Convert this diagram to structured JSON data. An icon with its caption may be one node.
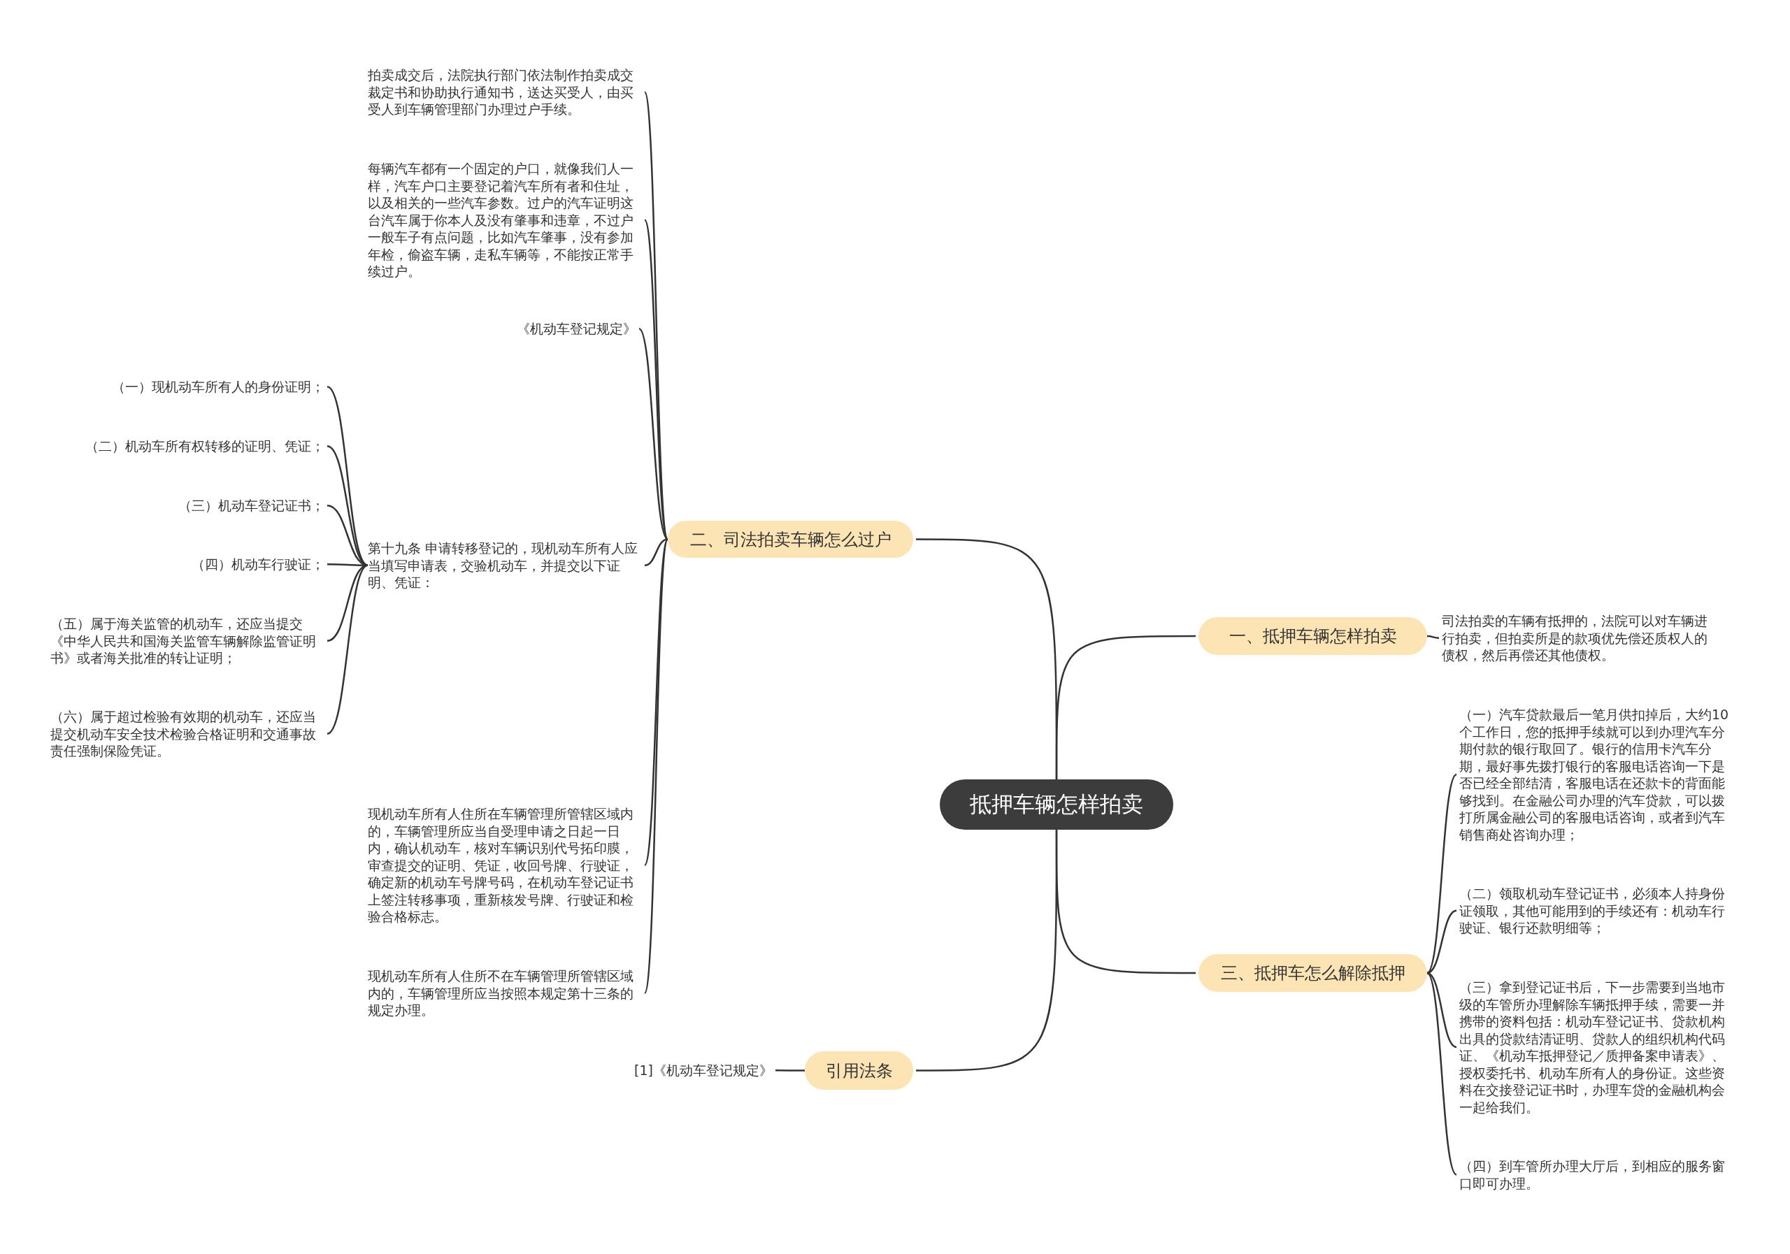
{
  "diagram": {
    "nodes": [
      {
        "text": [
          "抵押车辆怎样拍卖"
        ]
      },
      {
        "text": [
          "二、司法拍卖车辆怎么过户"
        ]
      },
      {
        "text": [
          "拍卖成交后，法院执行部门依法制作拍卖成交裁定书和协助执行通知书，送达买受人，由买受人到车辆管理部门办理过户手续。"
        ]
      },
      {
        "text": [
          "每辆汽车都有一个固定的户口，就像我们人一样，汽车户口主要登记着汽车所有者和住址，以及相关的一些汽车参数。过户的汽车证明这台汽车属于你本人及没有肇事和违章，不过户一般车子有点问题，比如汽车肇事，没有参加年检，偷盗车辆，走私车辆等，不能按正常手续过户。"
        ]
      },
      {
        "text": [
          "《机动车登记规定》"
        ]
      },
      {
        "text": [
          "第十九条 申请转移登记的，现机动车所有人应当填写申请表，交验机动车，并提交以下证明、凭证："
        ]
      },
      {
        "text": [
          "（一）现机动车所有人的身份证明；"
        ]
      },
      {
        "text": [
          "（二）机动车所有权转移的证明、凭证；"
        ]
      },
      {
        "text": [
          "（三）机动车登记证书；"
        ]
      },
      {
        "text": [
          "（四）机动车行驶证；"
        ]
      },
      {
        "text": [
          "（五）属于海关监管的机动车，还应当提交《中华人民共和国海关监管车辆解除监管证明书》或者海关批准的转让证明；"
        ]
      },
      {
        "text": [
          "（六）属于超过检验有效期的机动车，还应当提交机动车安全技术检验合格证明和交通事故责任强制保险凭证。"
        ]
      },
      {
        "text": [
          "现机动车所有人住所在车辆管理所管辖区域内的，车辆管理所应当自受理申请之日起一日内，确认机动车，核对车辆识别代号拓印膜，审查提交的证明、凭证，收回号牌、行驶证，确定新的机动车号牌号码，在机动车登记证书上签注转移事项，重新核发号牌、行驶证和检验合格标志。"
        ]
      },
      {
        "text": [
          "现机动车所有人住所不在车辆管理所管辖区域内的，车辆管理所应当按照本规定第十三条的规定办理。"
        ]
      },
      {
        "text": [
          "引用法条"
        ]
      },
      {
        "text": [
          "[1]《机动车登记规定》"
        ]
      },
      {
        "text": [
          "一、抵押车辆怎样拍卖"
        ]
      },
      {
        "text": [
          "司法拍卖的车辆有抵押的，法院可以对车辆进行拍卖，但拍卖所是的款项优先偿还质权人的债权，然后再偿还其他债权。"
        ]
      },
      {
        "text": [
          "三、抵押车怎么解除抵押"
        ]
      },
      {
        "text": [
          "（一）汽车贷款最后一笔月供扣掉后，大约10个工作日，您的抵押手续就可以到办理汽车分期付款的银行取回了。银行的信用卡汽车分期，最好事先拨打银行的客服电话咨询一下是否已经全部结清，客服电话在还款卡的背面能够找到。在金融公司办理的汽车贷款，可以拨打所属金融公司的客服电话咨询，或者到汽车销售商处咨询办理；"
        ]
      },
      {
        "text": [
          "（二）领取机动车登记证书，必须本人持身份证领取，其他可能用到的手续还有：机动车行驶证、银行还款明细等；"
        ]
      },
      {
        "text": [
          "（三）拿到登记证书后，下一步需要到当地市级的车管所办理解除车辆抵押手续，需要一并携带的资料包括：机动车登记证书、贷款机构出具的贷款结清证明、贷款人的组织机构代码证、《机动车抵押登记／质押备案申请表》、授权委托书、机动车所有人的身份证。这些资料在交接登记证书时，办理车贷的金融机构会一起给我们。"
        ]
      },
      {
        "text": [
          "（四）到车管所办理大厅后，到相应的服务窗口即可办理。"
        ]
      }
    ],
    "edges": [
      {
        "from": 0,
        "to": 1,
        "arrow": "none"
      },
      {
        "from": 1,
        "to": 2,
        "arrow": "none"
      },
      {
        "from": 1,
        "to": 3,
        "arrow": "none"
      },
      {
        "from": 1,
        "to": 4,
        "arrow": "none"
      },
      {
        "from": 1,
        "to": 5,
        "arrow": "none"
      },
      {
        "from": 5,
        "to": 6,
        "arrow": "none"
      },
      {
        "from": 5,
        "to": 7,
        "arrow": "none"
      },
      {
        "from": 5,
        "to": 8,
        "arrow": "none"
      },
      {
        "from": 5,
        "to": 9,
        "arrow": "none"
      },
      {
        "from": 5,
        "to": 10,
        "arrow": "none"
      },
      {
        "from": 5,
        "to": 11,
        "arrow": "none"
      },
      {
        "from": 1,
        "to": 12,
        "arrow": "none"
      },
      {
        "from": 1,
        "to": 13,
        "arrow": "none"
      },
      {
        "from": 0,
        "to": 14,
        "arrow": "none"
      },
      {
        "from": 14,
        "to": 15,
        "arrow": "none"
      },
      {
        "from": 0,
        "to": 16,
        "arrow": "none"
      },
      {
        "from": 16,
        "to": 17,
        "arrow": "none"
      },
      {
        "from": 0,
        "to": 18,
        "arrow": "none"
      },
      {
        "from": 18,
        "to": 19,
        "arrow": "none"
      },
      {
        "from": 18,
        "to": 20,
        "arrow": "none"
      },
      {
        "from": 18,
        "to": 21,
        "arrow": "none"
      },
      {
        "from": 18,
        "to": 22,
        "arrow": "none"
      }
    ]
  }
}
